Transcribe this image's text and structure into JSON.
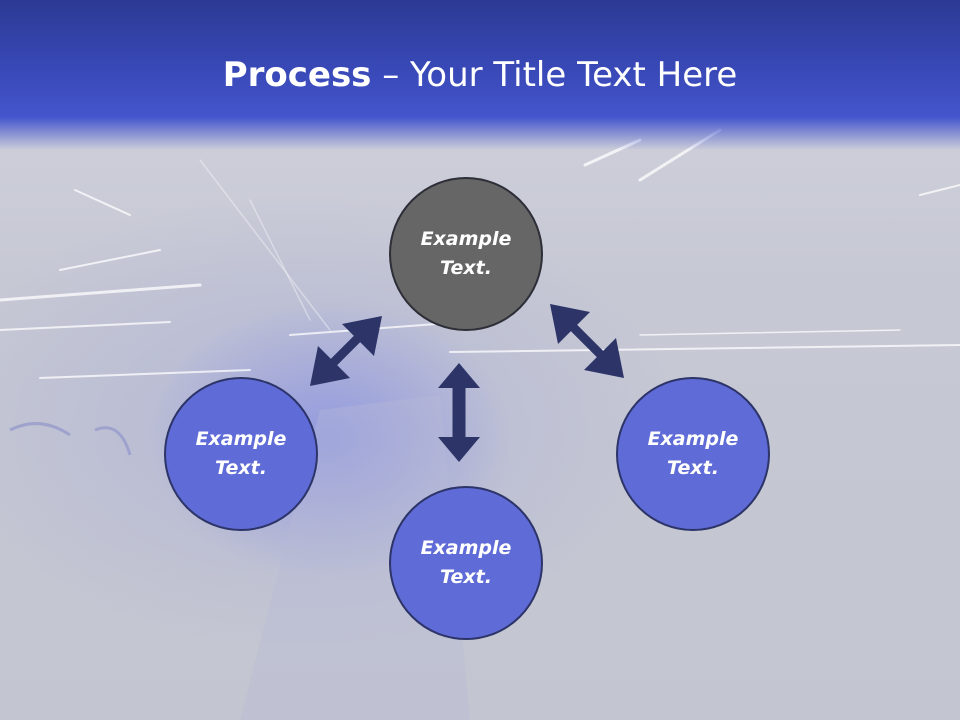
{
  "slide": {
    "title_bold": "Process",
    "title_rest": " – Your Title Text Here"
  },
  "diagram": {
    "nodes": [
      {
        "id": "top",
        "label": "Example Text."
      },
      {
        "id": "left",
        "label": "Example Text."
      },
      {
        "id": "right",
        "label": "Example Text."
      },
      {
        "id": "bottom",
        "label": "Example Text."
      }
    ]
  },
  "colors": {
    "header": "#3848b6",
    "node_blue": "#5f6bd6",
    "node_center": "#666666",
    "arrow": "#2c3468"
  }
}
